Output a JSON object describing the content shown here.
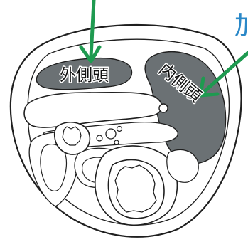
{
  "labels": {
    "lateral_head": "外側頭",
    "medial_head": "内側頭",
    "edge_glyph": "加"
  },
  "colors": {
    "muscle_fill": "#6b7174",
    "outline": "#1f1f1f",
    "arrow": "#1e9a50",
    "edge_glyph": "#2a88c8",
    "background": "#ffffff"
  }
}
